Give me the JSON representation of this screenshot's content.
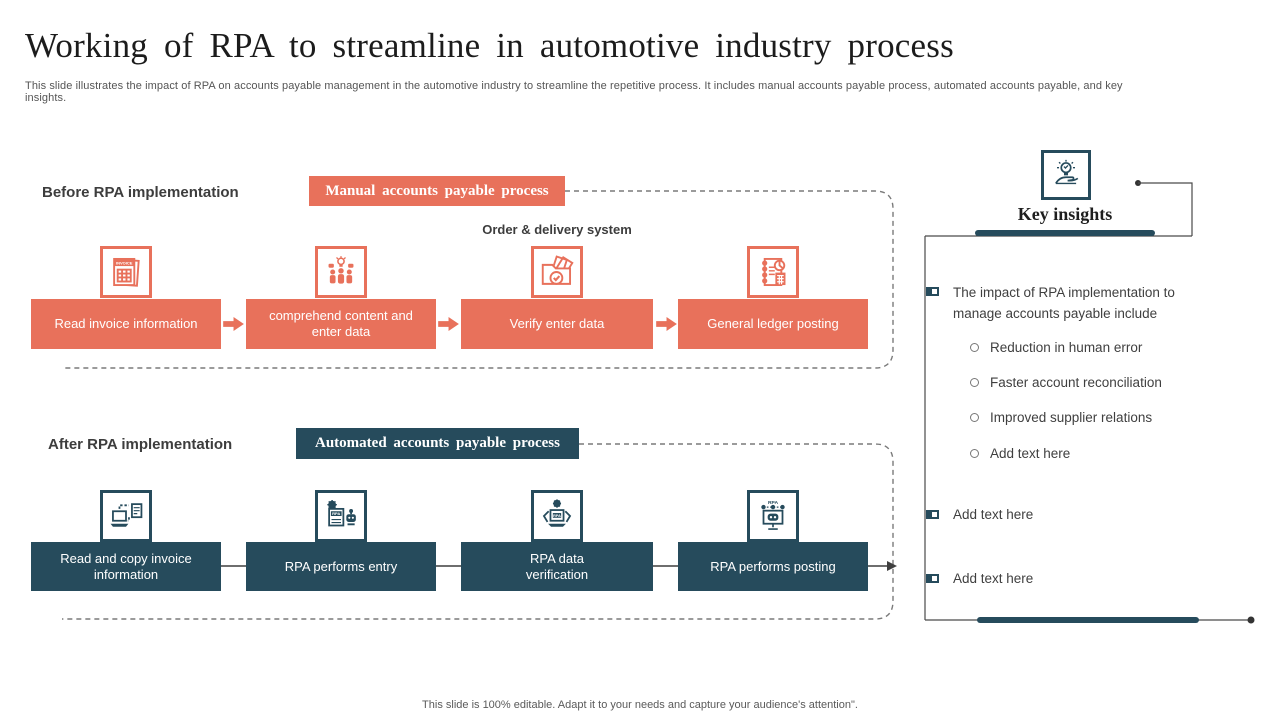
{
  "accent": {
    "orange": "#E8715B",
    "dark_teal": "#264B5C"
  },
  "title": "Working of RPA to streamline in automotive industry process",
  "subtitle": "This slide illustrates the impact of RPA on accounts payable management in the automotive industry to streamline the repetitive process. It includes manual accounts payable process, automated accounts payable, and key insights.",
  "before": {
    "section_label": "Before RPA implementation",
    "banner": "Manual accounts payable process",
    "annotation": "Order & delivery system",
    "steps": [
      {
        "label": "Read invoice information",
        "icon": "invoice-document-icon"
      },
      {
        "label": "comprehend content and enter data",
        "icon": "people-discussion-icon"
      },
      {
        "label": "Verify enter data",
        "icon": "verify-documents-icon"
      },
      {
        "label": "General ledger posting",
        "icon": "ledger-calculator-icon"
      }
    ]
  },
  "after": {
    "section_label": "After RPA implementation",
    "banner": "Automated accounts payable process",
    "steps": [
      {
        "label": "Read and copy invoice information",
        "icon": "laptop-copy-invoice-icon"
      },
      {
        "label": "RPA performs entry",
        "icon": "rpa-entry-icon"
      },
      {
        "label": "RPA data verification",
        "icon": "rpa-data-verification-icon"
      },
      {
        "label": "RPA performs posting",
        "icon": "rpa-posting-icon"
      }
    ]
  },
  "insights": {
    "title": "Key insights",
    "items": [
      {
        "text": "The impact of RPA implementation to manage accounts payable include",
        "sub": [
          "Reduction in human error",
          "Faster account reconciliation",
          "Improved supplier relations",
          "Add text here"
        ]
      },
      {
        "text": "Add text here"
      },
      {
        "text": "Add text here"
      }
    ]
  },
  "footer": "This slide is 100% editable. Adapt it to your needs and capture your audience's attention\"."
}
